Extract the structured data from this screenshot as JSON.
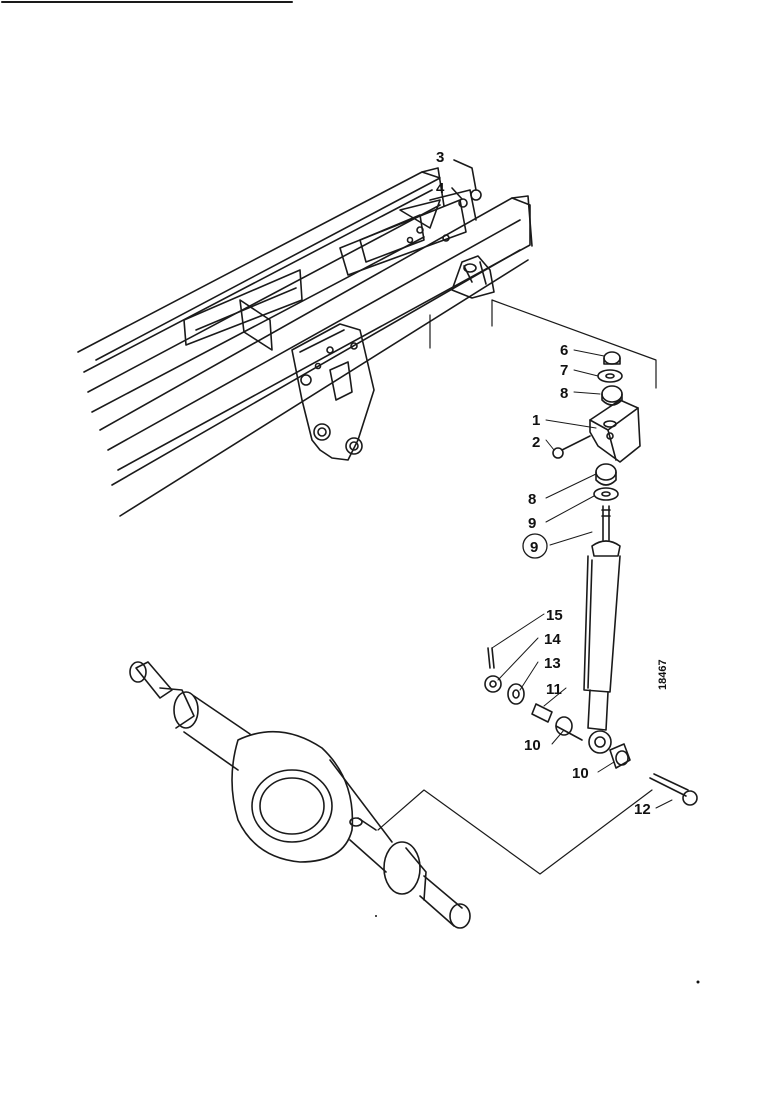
{
  "diagram": {
    "drawing_number": "18467",
    "callouts": [
      {
        "id": "callout-3",
        "text": "3"
      },
      {
        "id": "callout-4",
        "text": "4"
      },
      {
        "id": "callout-6",
        "text": "6"
      },
      {
        "id": "callout-7",
        "text": "7"
      },
      {
        "id": "callout-8a",
        "text": "8"
      },
      {
        "id": "callout-1",
        "text": "1"
      },
      {
        "id": "callout-2",
        "text": "2"
      },
      {
        "id": "callout-8b",
        "text": "8"
      },
      {
        "id": "callout-9a",
        "text": "9"
      },
      {
        "id": "callout-9b",
        "text": "9"
      },
      {
        "id": "callout-15",
        "text": "15"
      },
      {
        "id": "callout-14",
        "text": "14"
      },
      {
        "id": "callout-13",
        "text": "13"
      },
      {
        "id": "callout-11",
        "text": "11"
      },
      {
        "id": "callout-10a",
        "text": "10"
      },
      {
        "id": "callout-10b",
        "text": "10"
      },
      {
        "id": "callout-12",
        "text": "12"
      }
    ]
  }
}
